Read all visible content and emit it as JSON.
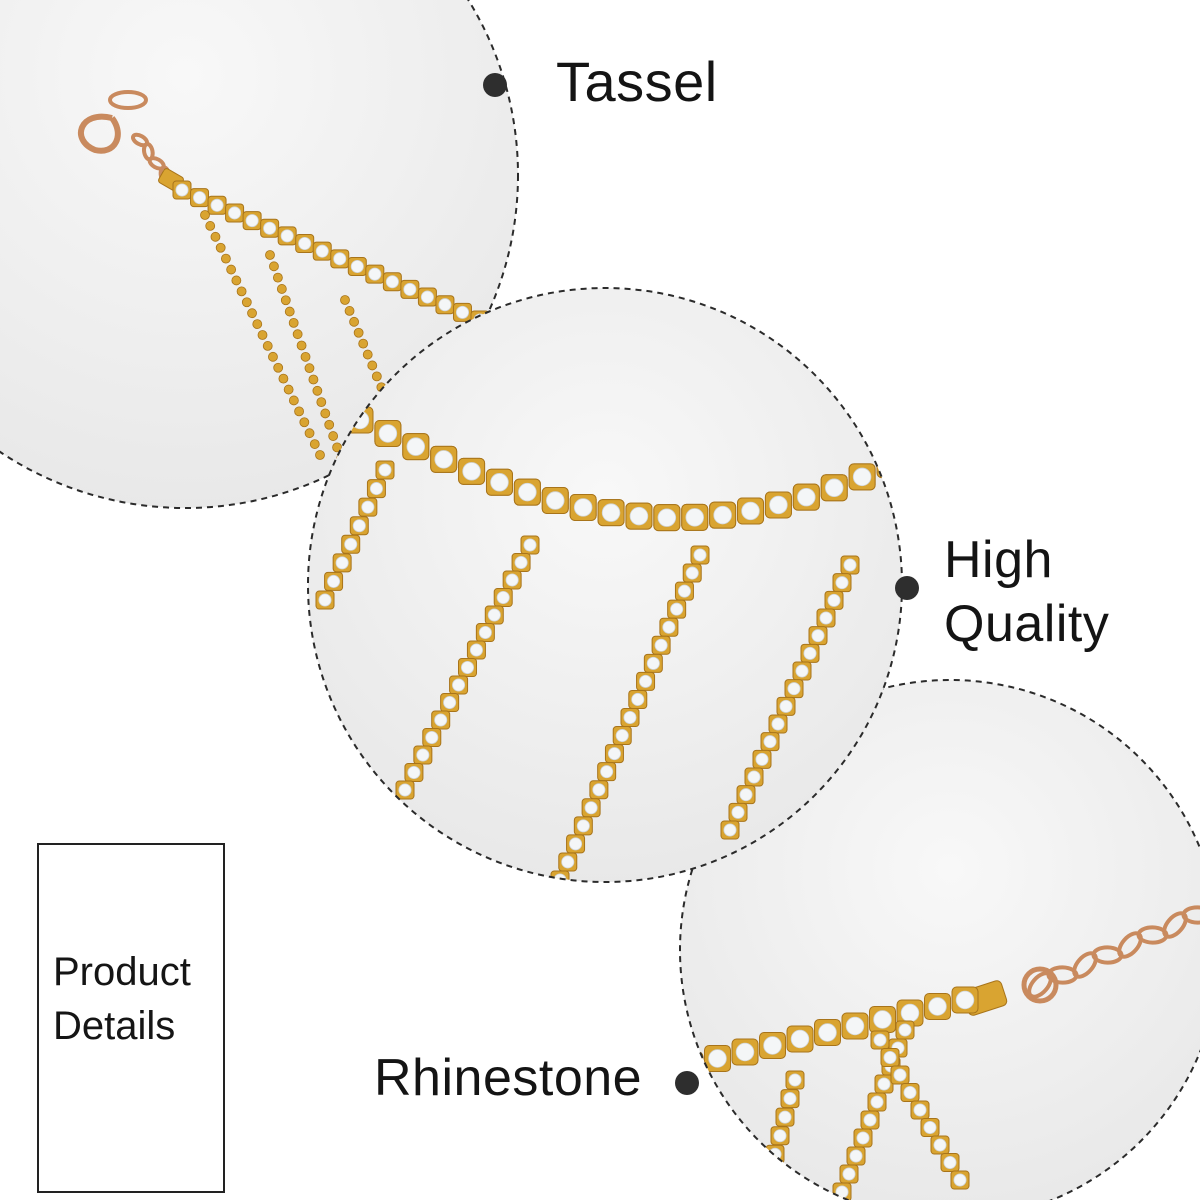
{
  "features": {
    "tassel": "Tassel",
    "quality": [
      "High",
      "Quality"
    ],
    "rhinestone": "Rhinestone"
  },
  "details_box": {
    "lines": [
      "Product",
      "Details"
    ]
  },
  "colors": {
    "gold": "#d9a431",
    "gold_dark": "#a8741a",
    "rose_gold": "#c98a5e",
    "crystal": "#f4f6f7",
    "circle_fill": "#f0f0f0",
    "dashed_outline": "#2b2b2b",
    "marker": "#2e2e2e"
  },
  "icons": [
    "circle-marker"
  ]
}
